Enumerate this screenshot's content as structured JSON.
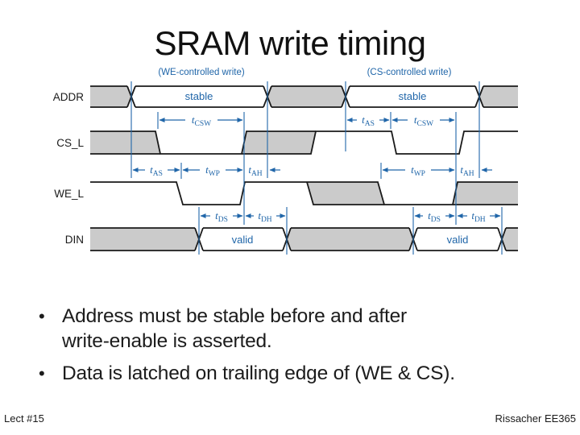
{
  "slide": {
    "title": "SRAM write timing",
    "bullets": [
      "Address must be stable before and after write-enable is asserted.",
      "Data is latched on trailing edge of (WE & CS)."
    ],
    "footer_left": "Lect #15",
    "footer_right": "Rissacher EE365"
  },
  "diagram": {
    "section_we": "(WE-controlled write)",
    "section_cs": "(CS-controlled write)",
    "signals": {
      "addr": "ADDR",
      "cs": "CS_L",
      "we": "WE_L",
      "din": "DIN"
    },
    "bus": {
      "stable": "stable",
      "valid": "valid"
    },
    "t": "t",
    "params": {
      "csw": "CSW",
      "as": "AS",
      "wp": "WP",
      "ah": "AH",
      "ds": "DS",
      "dh": "DH"
    },
    "colors": {
      "blue": "#2066a9",
      "gray": "#cbcbcb",
      "line": "#1a1a1a",
      "background": "#ffffff"
    }
  }
}
